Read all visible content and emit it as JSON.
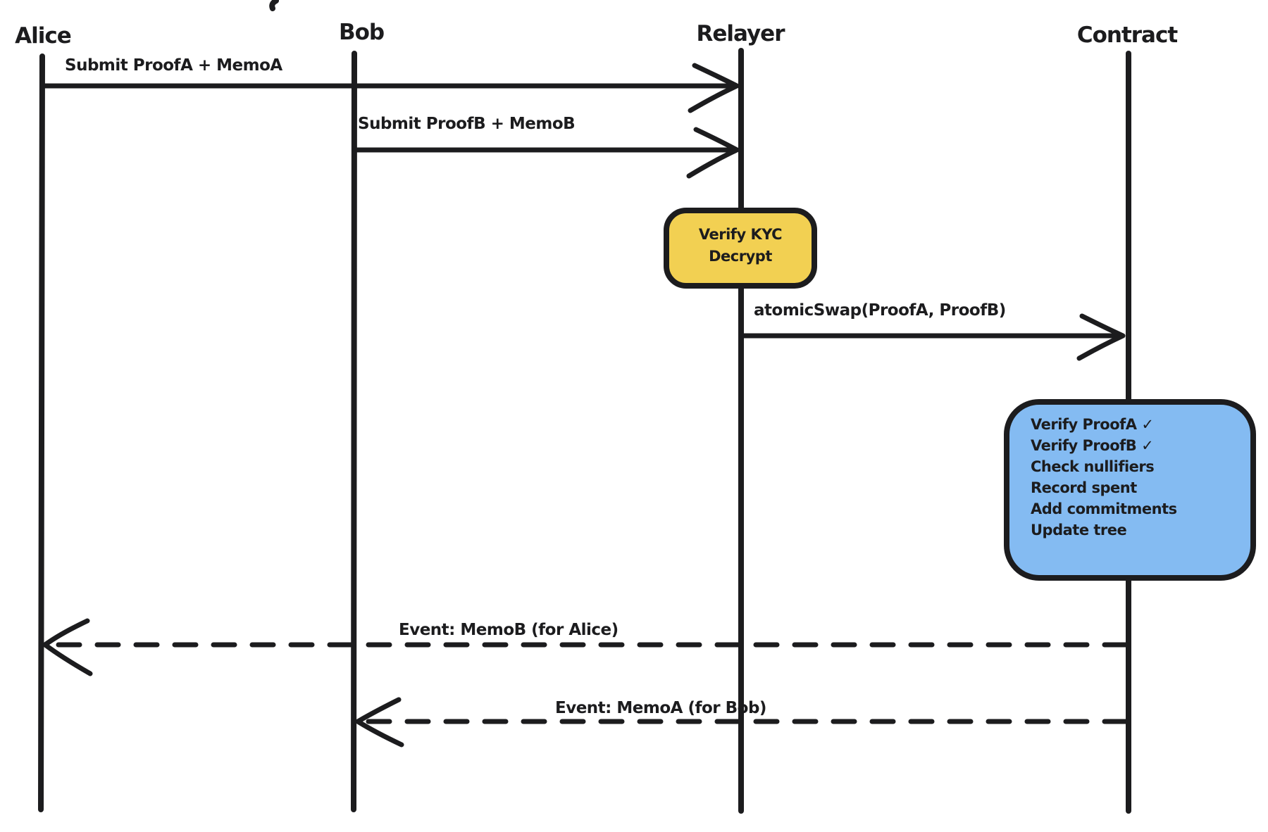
{
  "actors": [
    {
      "name": "Alice"
    },
    {
      "name": "Bob"
    },
    {
      "name": "Relayer"
    },
    {
      "name": "Contract"
    }
  ],
  "messages": {
    "submit_proof_a": "Submit ProofA + MemoA",
    "submit_proof_b": "Submit ProofB + MemoB",
    "atomic_swap": "atomicSwap(ProofA, ProofB)",
    "event_memo_b": "Event: MemoB (for Alice)",
    "event_memo_a": "Event: MemoA (for Bob)"
  },
  "notes": {
    "relayer": {
      "fill": "#f2d052",
      "lines": [
        "Verify KYC",
        "Decrypt"
      ]
    },
    "contract": {
      "fill": "#84bbf2",
      "lines": [
        "Verify ProofA ✓",
        "Verify ProofB ✓",
        "Check nullifiers",
        "Record spent",
        "Add commitments",
        "Update tree"
      ]
    }
  },
  "colors": {
    "ink": "#1c1c1e",
    "background": "#ffffff"
  }
}
